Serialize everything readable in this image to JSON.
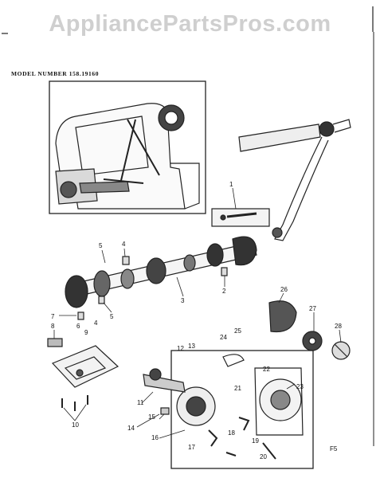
{
  "watermark": "AppliancePartsPros.com",
  "model_label": "MODEL NUMBER 158.19160",
  "page_number": "F5",
  "callouts": [
    "1",
    "2",
    "3",
    "4",
    "5",
    "6",
    "7",
    "8",
    "9",
    "10",
    "11",
    "12",
    "13",
    "14",
    "15",
    "16",
    "17",
    "18",
    "19",
    "20",
    "21",
    "22",
    "23",
    "24",
    "25",
    "26",
    "27",
    "28"
  ]
}
